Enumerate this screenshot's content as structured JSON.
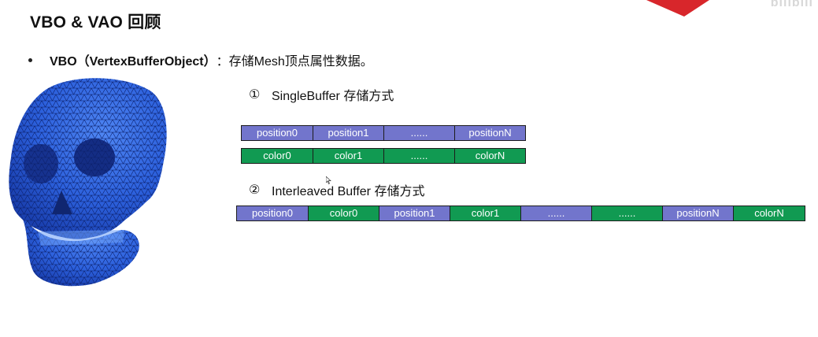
{
  "slide": {
    "title": "VBO & VAO 回顾",
    "bullet": {
      "label": "VBO（VertexBufferObject）",
      "text": "：存储Mesh顶点属性数据。"
    }
  },
  "single_buffer": {
    "number": "①",
    "heading": "SingleBuffer 存储方式",
    "position_row": [
      "position0",
      "position1",
      "......",
      "positionN"
    ],
    "color_row": [
      "color0",
      "color1",
      "......",
      "colorN"
    ]
  },
  "interleaved_buffer": {
    "number": "②",
    "heading": "Interleaved Buffer 存储方式",
    "cells": [
      {
        "label": "position0",
        "kind": "pos"
      },
      {
        "label": "color0",
        "kind": "col"
      },
      {
        "label": "position1",
        "kind": "pos"
      },
      {
        "label": "color1",
        "kind": "col"
      },
      {
        "label": "......",
        "kind": "pos"
      },
      {
        "label": "......",
        "kind": "col"
      },
      {
        "label": "positionN",
        "kind": "pos"
      },
      {
        "label": "colorN",
        "kind": "col"
      }
    ]
  },
  "colors": {
    "position_cell": "#7275cc",
    "color_cell": "#119a52",
    "skull_mesh": "#2f66e0",
    "logo_red": "#d8262b"
  },
  "watermark": "bilibili",
  "icons": [
    "skull-mesh-image",
    "logo-icon",
    "cursor-icon"
  ]
}
